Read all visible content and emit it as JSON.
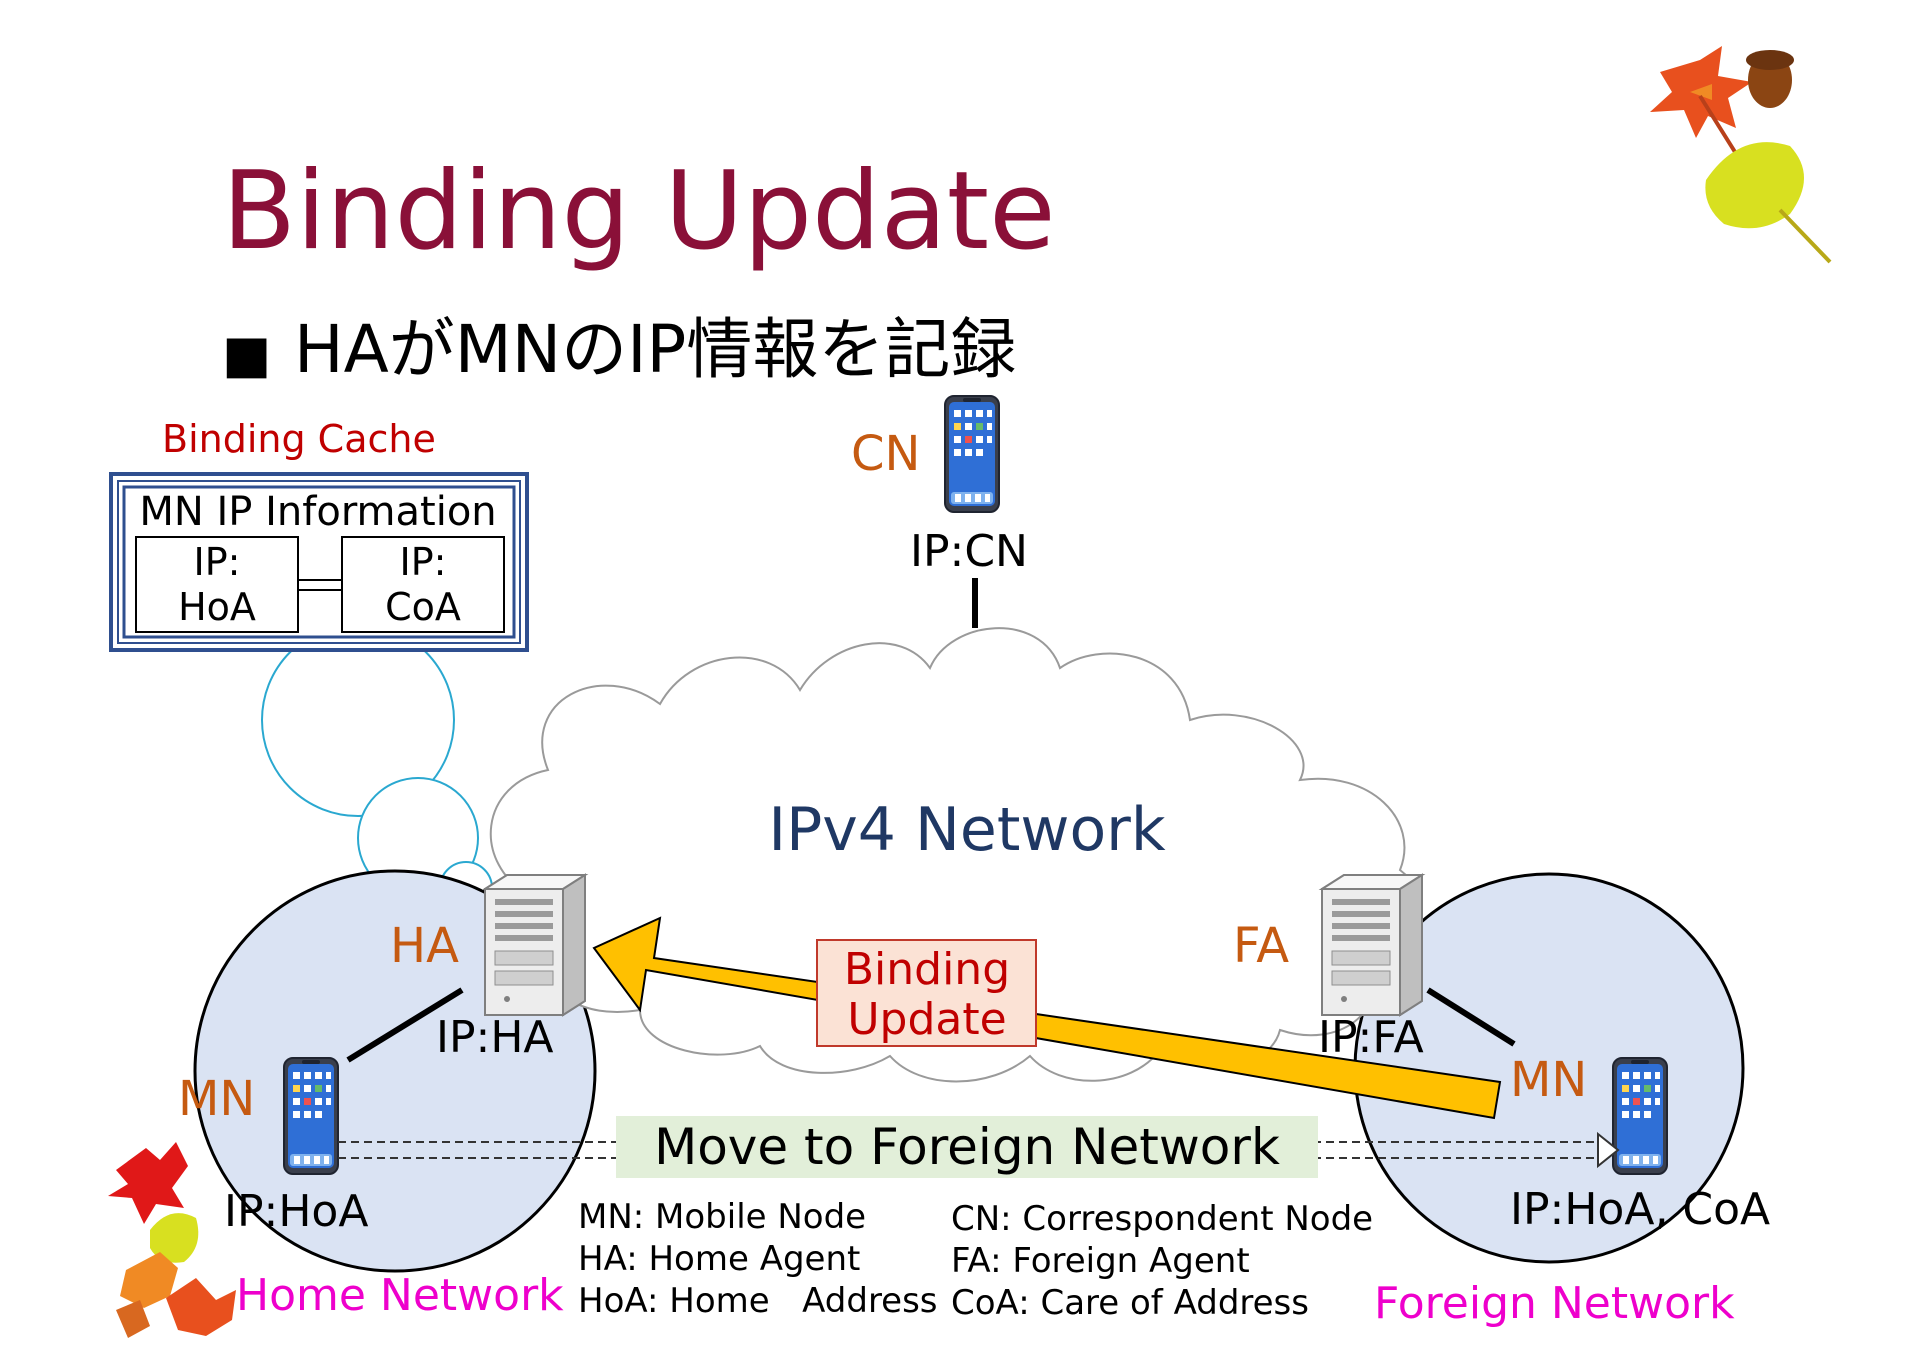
{
  "slide": {
    "title": "Binding Update",
    "bullet_marker": "■",
    "bullet_text": "HAがMNのIP情報を記録"
  },
  "binding_cache": {
    "label": "Binding Cache",
    "header": "MN IP Information",
    "left_line1": "IP:",
    "left_line2": "HoA",
    "right_line1": "IP:",
    "right_line2": "CoA"
  },
  "nodes": {
    "cn_label": "CN",
    "cn_ip": "IP:CN",
    "ha_label": "HA",
    "ha_ip": "IP:HA",
    "fa_label": "FA",
    "fa_ip": "IP:FA",
    "mn_home_label": "MN",
    "mn_home_ip": "IP:HoA",
    "mn_foreign_label": "MN",
    "mn_foreign_ip": "IP:HoA, CoA"
  },
  "network": {
    "cloud_label": "IPv4 Network",
    "home_network": "Home Network",
    "foreign_network": "Foreign Network"
  },
  "binding_update": {
    "line1": "Binding",
    "line2": "Update"
  },
  "move_label": "Move to Foreign Network",
  "legend": {
    "left": [
      "MN: Mobile Node",
      "HA: Home Agent",
      "HoA: Home   Address"
    ],
    "right": [
      "CN: Correspondent Node",
      "FA: Foreign Agent",
      "CoA: Care of Address"
    ]
  },
  "colors": {
    "title": "#8a1038",
    "node_label": "#c55a11",
    "network_label": "#ee00cc",
    "cache_label": "#c00000",
    "cloud_text": "#1f3864",
    "network_fill": "#dae3f3",
    "arrow_fill": "#ffc000",
    "update_box_fill": "#fbe2d5",
    "move_box_fill": "#e2efd9",
    "cache_border": "#2f4f8f",
    "bubble": "#2aa8d0"
  },
  "icons": {
    "server": "server-icon",
    "phone": "smartphone-icon",
    "leaves": "autumn-leaves-icon"
  }
}
